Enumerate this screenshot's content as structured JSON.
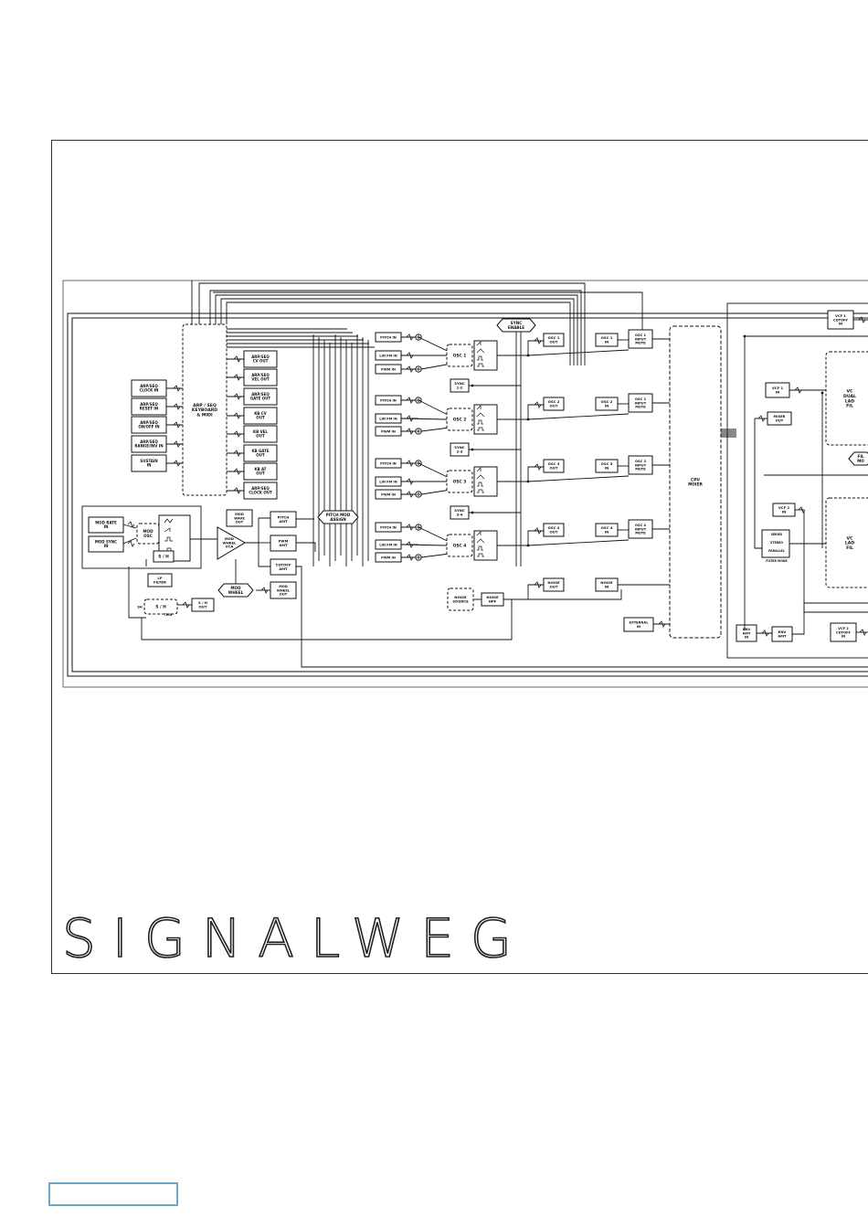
{
  "page": {
    "heading": "SIGNALWEG"
  },
  "diagram": {
    "keyboard": [
      "ARP / SEQ",
      "KEYBOARD",
      "& MIDI"
    ],
    "left_inputs": [
      [
        "ARP/SEQ",
        "CLOCK IN"
      ],
      [
        "ARP/SEQ",
        "RESET IN"
      ],
      [
        "ARP/SEQ",
        "ON/OFF IN"
      ],
      [
        "ARP/SEQ",
        "RANGE/INV IN"
      ],
      [
        "SUSTAIN",
        "IN"
      ]
    ],
    "right_outputs": [
      [
        "ARP/SEQ",
        "CV OUT"
      ],
      [
        "ARP/SEQ",
        "VEL OUT"
      ],
      [
        "ARP/SEQ",
        "GATE OUT"
      ],
      [
        "KB CV",
        "OUT"
      ],
      [
        "KB VEL",
        "OUT"
      ],
      [
        "KB GATE",
        "OUT"
      ],
      [
        "KB AT",
        "OUT"
      ],
      [
        "ARP/SEQ",
        "CLOCK OUT"
      ]
    ],
    "mod_rate_in": [
      "MOD RATE",
      "IN"
    ],
    "mod_sync_in": [
      "MOD SYNC",
      "IN"
    ],
    "mod_osc": [
      "MOD",
      "OSC"
    ],
    "sh": "S / H",
    "lp_filter": [
      "LP",
      "FILTER"
    ],
    "sh_out": [
      "S / H",
      "OUT"
    ],
    "sh_labels": [
      "SH",
      "TRIG"
    ],
    "mod_wave_out": [
      "MOD",
      "WAVE",
      "OUT"
    ],
    "mod_wheel_vca": [
      "MOD",
      "WHEEL",
      "VCA"
    ],
    "mod_wheel": [
      "MOD",
      "WHEEL"
    ],
    "pitch_amt": [
      "PITCH",
      "AMT"
    ],
    "pwm_amt": [
      "PWM",
      "AMT"
    ],
    "cutoff_amt": [
      "CUTOFF",
      "AMT"
    ],
    "mod_wheel_out": [
      "MOD",
      "WHEEL",
      "OUT"
    ],
    "pitch_mod_assign": [
      "PITCH MOD",
      "ASSIGN"
    ],
    "pitch_in": "PITCH IN",
    "lin_fm_in": "LIN FM IN",
    "pwm_in": "PWM IN",
    "oscillators": [
      "OSC 1",
      "OSC 2",
      "OSC 3",
      "OSC 4"
    ],
    "sync_enable": [
      "SYNC",
      "ENABLE"
    ],
    "sync_labels": [
      [
        "SYNC",
        "1-2"
      ],
      [
        "SYNC",
        "2-3"
      ],
      [
        "SYNC",
        "3-4"
      ]
    ],
    "osc_outs": [
      [
        "OSC 1",
        "OUT"
      ],
      [
        "OSC 2",
        "OUT"
      ],
      [
        "OSC 3",
        "OUT"
      ],
      [
        "OSC 4",
        "OUT"
      ]
    ],
    "osc_ins": [
      [
        "OSC 1",
        "IN"
      ],
      [
        "OSC 2",
        "IN"
      ],
      [
        "OSC 3",
        "IN"
      ],
      [
        "OSC 4",
        "IN"
      ]
    ],
    "osc_mutes": [
      [
        "OSC 1",
        "INPUT",
        "MUTE"
      ],
      [
        "OSC 2",
        "INPUT",
        "MUTE"
      ],
      [
        "OSC 3",
        "INPUT",
        "MUTE"
      ],
      [
        "OSC 4",
        "INPUT",
        "MUTE"
      ]
    ],
    "noise_source": [
      "NOISE",
      "SOURCE"
    ],
    "noise_hpf": [
      "NOISE",
      "HPF"
    ],
    "noise_out": [
      "NOISE",
      "OUT"
    ],
    "noise_in": [
      "NOISE",
      "IN"
    ],
    "external_in": [
      "EXTERNAL",
      "IN"
    ],
    "cpu_mixer": [
      "CPU",
      "MIXER"
    ],
    "vcf1_cutoff_in": [
      "VCF 1",
      "CUTOFF",
      "IN"
    ],
    "vcf1_in": [
      "VCF 1",
      "IN"
    ],
    "mixer_out": [
      "MIXER",
      "OUT"
    ],
    "vcf2_in": [
      "VCF 2",
      "IN"
    ],
    "filter_mode": [
      "FILTER MODE"
    ],
    "filter_mode_opts": [
      "SERIES",
      "STEREO",
      "PARALLEL"
    ],
    "dual_filter": [
      "VC",
      "DUAL",
      "LAD",
      "FIL"
    ],
    "second_filter": [
      "VC",
      "LAD",
      "FIL"
    ],
    "filter_mode_hex": [
      "FIL",
      "MO"
    ],
    "env_amt_in": [
      "ENV",
      "AMT",
      "IN"
    ],
    "env_amt": [
      "ENV",
      "AMT"
    ],
    "vcf2_cutoff_in": [
      "VCF 2",
      "CUTOFF",
      "IN"
    ]
  }
}
